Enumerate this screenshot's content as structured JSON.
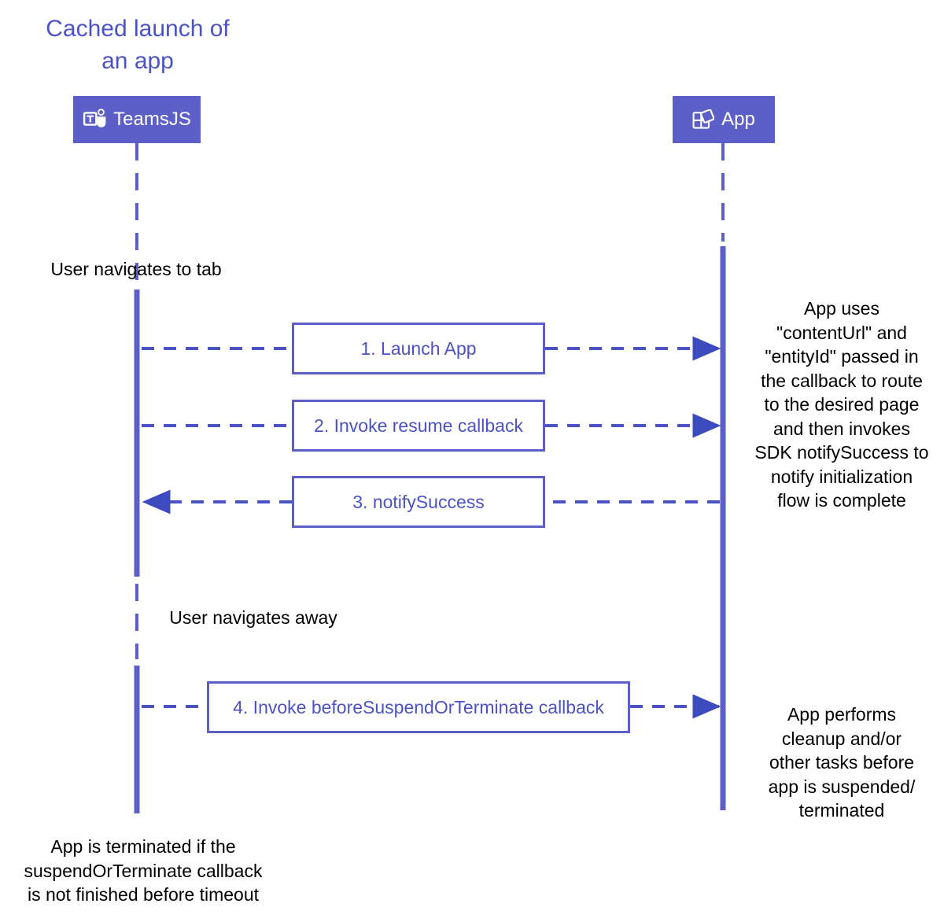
{
  "title": "Cached launch of an app",
  "colors": {
    "accent": "#5b5fc7",
    "accent_text": "#4b53c4",
    "box_fill": "#ffffff",
    "note_text": "#000000",
    "background": "#ffffff"
  },
  "participants": [
    {
      "id": "teamsjs",
      "label": "TeamsJS",
      "icon": "teams-icon"
    },
    {
      "id": "app",
      "label": "App",
      "icon": "app-grid-icon"
    }
  ],
  "messages": [
    {
      "number": "1",
      "label": "1. Launch App",
      "direction": "right"
    },
    {
      "number": "2",
      "label": "2. Invoke resume callback",
      "direction": "right"
    },
    {
      "number": "3",
      "label": "3. notifySuccess",
      "direction": "left"
    },
    {
      "number": "4",
      "label": "4. Invoke beforeSuspendOrTerminate callback",
      "direction": "right"
    }
  ],
  "notes": {
    "navigates_to_tab": "User navigates to tab",
    "navigates_away": "User navigates away",
    "app_uses": "App uses\n\"contentUrl\" and\n\"entityId\" passed in\nthe callback to route\nto the desired page\nand then invokes\nSDK notifySuccess to\nnotify initialization\nflow is complete",
    "app_performs": "App performs\ncleanup and/or\nother tasks before\napp is suspended/\nterminated",
    "terminated": "App is terminated if the\nsuspendOrTerminate callback\nis not finished before timeout"
  }
}
